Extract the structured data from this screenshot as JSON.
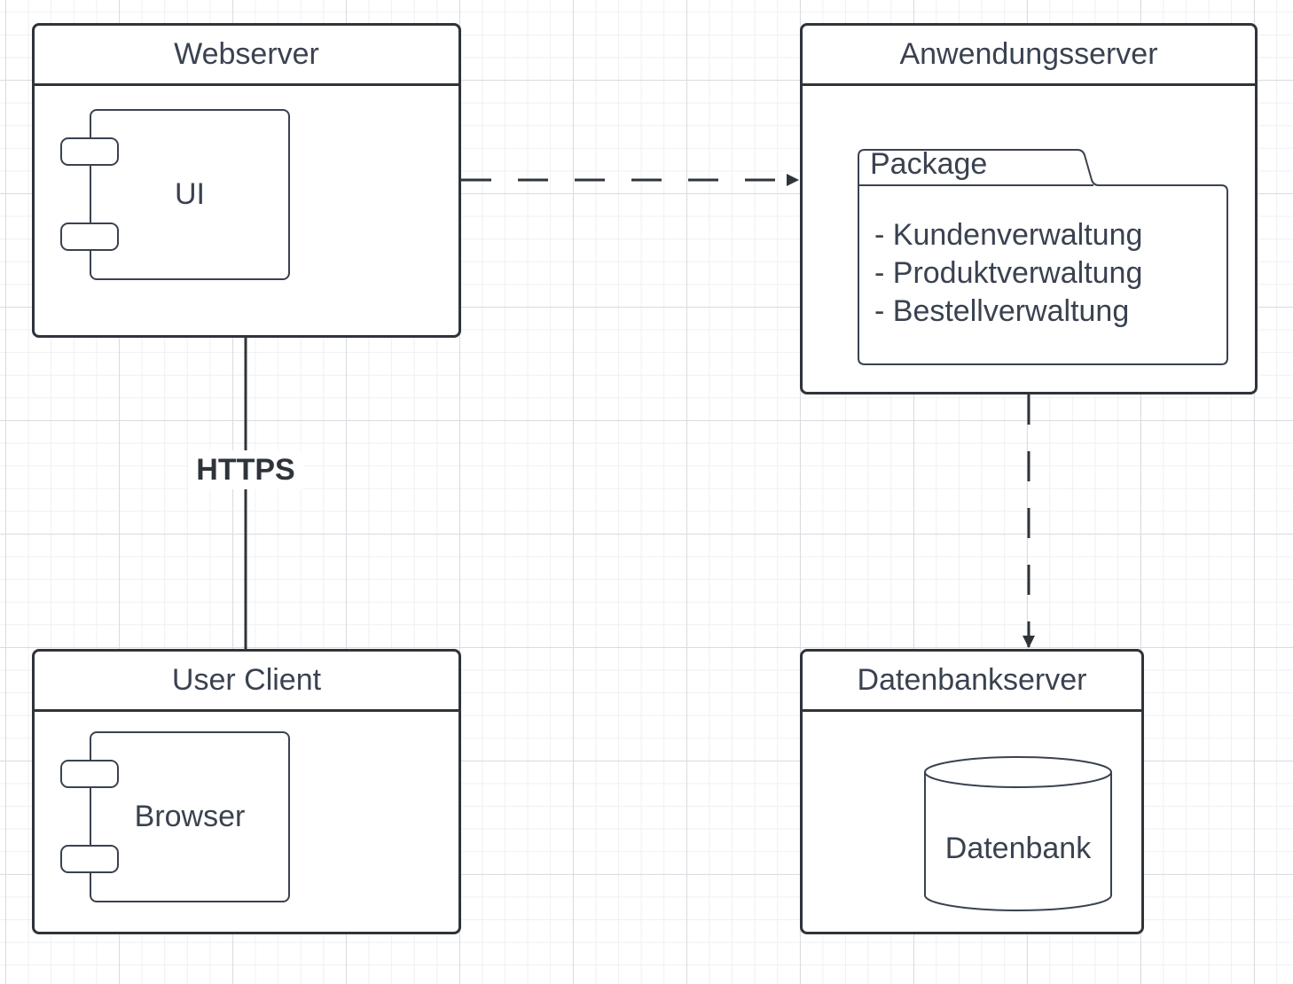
{
  "nodes": {
    "webserver": {
      "title": "Webserver",
      "component": "UI"
    },
    "anwendungsserver": {
      "title": "Anwendungsserver",
      "package": {
        "name": "Package",
        "items": [
          "- Kundenverwaltung",
          "- Produktverwaltung",
          "- Bestellverwaltung"
        ]
      }
    },
    "user_client": {
      "title": "User Client",
      "component": "Browser"
    },
    "datenbankserver": {
      "title": "Datenbankserver",
      "database": "Datenbank"
    }
  },
  "connections": {
    "https_label": "HTTPS"
  }
}
